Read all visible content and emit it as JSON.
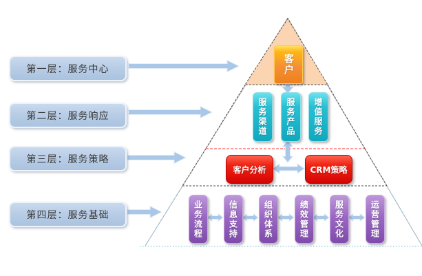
{
  "left_labels": [
    {
      "label": "第一层：服务中心"
    },
    {
      "label": "第二层：服务响应"
    },
    {
      "label": "第三层：服务策略"
    },
    {
      "label": "第四层：服务基础"
    }
  ],
  "pyramid": {
    "tier1": {
      "box": "客户"
    },
    "tier2": {
      "boxes": [
        "服务渠道",
        "服务产品",
        "增值服务"
      ]
    },
    "tier3": {
      "boxes": [
        "客户分析",
        "CRM策略"
      ]
    },
    "tier4": {
      "boxes": [
        "业务流程",
        "信息支持",
        "组织体系",
        "绩效管理",
        "服务文化",
        "运营管理"
      ]
    }
  },
  "icons": {
    "flow_arrow": "block-arrow-right",
    "exchange_arrow": "double-headed-arrow"
  },
  "colors": {
    "label_fill": "#b9cde6",
    "flow_arrow": "#a9c7e7",
    "tier1_triangle_fill": "#fbd5b2",
    "customer_box_orange": "#f08300",
    "tier2_box_teal": "#17b1c5",
    "tier3_box_red": "#e00b05",
    "tier4_box_purple": "#9663c0",
    "boundary_dash_dark": "#4d4d4d",
    "boundary_red_line": "#ff3333",
    "lower_edge_blue_dash": "#93bdd4",
    "bottom_dotted_line": "#74b9ca"
  }
}
